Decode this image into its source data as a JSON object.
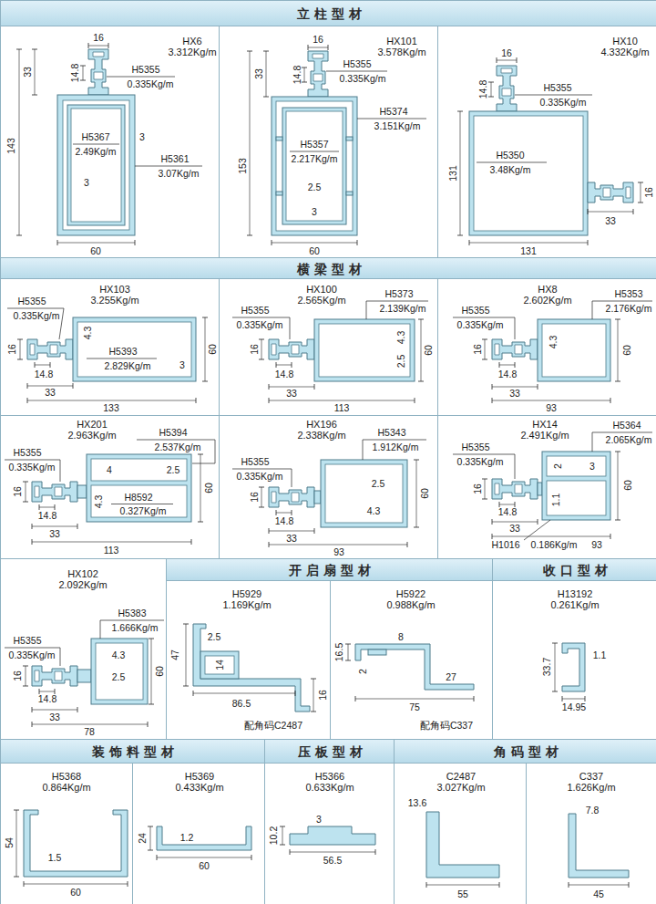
{
  "diagram": {
    "nodes": [
      {
        "text": [
          "立柱型材"
        ]
      },
      {
        "text": [
          "HX6",
          "3.312Kg/m"
        ]
      },
      {
        "text": [
          "HX101",
          "3.578Kg/m"
        ]
      },
      {
        "text": [
          "HX10",
          "4.332Kg/m"
        ]
      },
      {
        "text": [
          "横梁型材"
        ]
      },
      {
        "text": [
          "HX103",
          "3.255Kg/m"
        ]
      },
      {
        "text": [
          "HX100",
          "2.565Kg/m"
        ]
      },
      {
        "text": [
          "HX8",
          "2.602Kg/m"
        ]
      },
      {
        "text": [
          "HX201",
          "2.963Kg/m"
        ]
      },
      {
        "text": [
          "HX196",
          "2.338Kg/m"
        ]
      },
      {
        "text": [
          "HX14",
          "2.491Kg/m"
        ]
      },
      {
        "text": [
          "HX102",
          "2.092Kg/m"
        ]
      },
      {
        "text": [
          "开启扇型材"
        ]
      },
      {
        "text": [
          "收口型材"
        ]
      },
      {
        "text": [
          "H5929",
          "1.169Kg/m"
        ]
      },
      {
        "text": [
          "H5922",
          "0.988Kg/m"
        ]
      },
      {
        "text": [
          "H13192",
          "0.261Kg/m"
        ]
      },
      {
        "text": [
          "装饰料型材"
        ]
      },
      {
        "text": [
          "压板型材"
        ]
      },
      {
        "text": [
          "角码型材"
        ]
      },
      {
        "text": [
          "H5368",
          "0.864Kg/m"
        ]
      },
      {
        "text": [
          "H5369",
          "0.433Kg/m"
        ]
      },
      {
        "text": [
          "H5366",
          "0.633Kg/m"
        ]
      },
      {
        "text": [
          "C2487",
          "3.027Kg/m"
        ]
      },
      {
        "text": [
          "C337",
          "1.626Kg/m"
        ]
      }
    ],
    "labels": [
      "16",
      "33",
      "14.8",
      "143",
      "H5355",
      "0.335Kg/m",
      "H5367",
      "2.49Kg/m",
      "3",
      "H5361",
      "3.07Kg/m",
      "3",
      "60",
      "16",
      "33",
      "14.8",
      "H5355",
      "0.335Kg/m",
      "H5374",
      "3.151Kg/m",
      "153",
      "H5357",
      "2.217Kg/m",
      "2.5",
      "3",
      "60",
      "16",
      "14.8",
      "H5355",
      "0.335Kg/m",
      "131",
      "H5350",
      "3.48Kg/m",
      "16",
      "33",
      "131",
      "H5355",
      "0.335Kg/m",
      "16",
      "4.3",
      "H5393",
      "2.829Kg/m",
      "60",
      "3",
      "14.8",
      "33",
      "133",
      "H5373",
      "2.139Kg/m",
      "H5355",
      "0.335Kg/m",
      "16",
      "4.3",
      "2.5",
      "60",
      "14.8",
      "33",
      "113",
      "H5353",
      "2.176Kg/m",
      "H5355",
      "0.335Kg/m",
      "16",
      "4.3",
      "60",
      "14.8",
      "33",
      "93",
      "H5394",
      "2.537Kg/m",
      "H5355",
      "0.335Kg/m",
      "4",
      "2.5",
      "16",
      "60",
      "4.3",
      "H8592",
      "0.327Kg/m",
      "14.8",
      "33",
      "113",
      "H5343",
      "1.912Kg/m",
      "H5355",
      "0.335Kg/m",
      "2.5",
      "60",
      "16",
      "4.3",
      "14.8",
      "33",
      "93",
      "H5364",
      "2.065Kg/m",
      "H5355",
      "0.335Kg/m",
      "2",
      "3",
      "60",
      "16",
      "1.1",
      "14.8",
      "33",
      "H1016",
      "0.186Kg/m",
      "93",
      "H5383",
      "1.666Kg/m",
      "H5355",
      "0.335Kg/m",
      "4.3",
      "2.5",
      "60",
      "16",
      "14.8",
      "33",
      "78",
      "2.5",
      "47",
      "14",
      "86.5",
      "16",
      "配角码C2487",
      "16.5",
      "2",
      "8",
      "27",
      "75",
      "配角码C337",
      "1.1",
      "33.7",
      "14.95",
      "54",
      "1.5",
      "60",
      "24",
      "1.2",
      "60",
      "3",
      "10.2",
      "56.5",
      "13.6",
      "55",
      "7.8",
      "45"
    ]
  }
}
